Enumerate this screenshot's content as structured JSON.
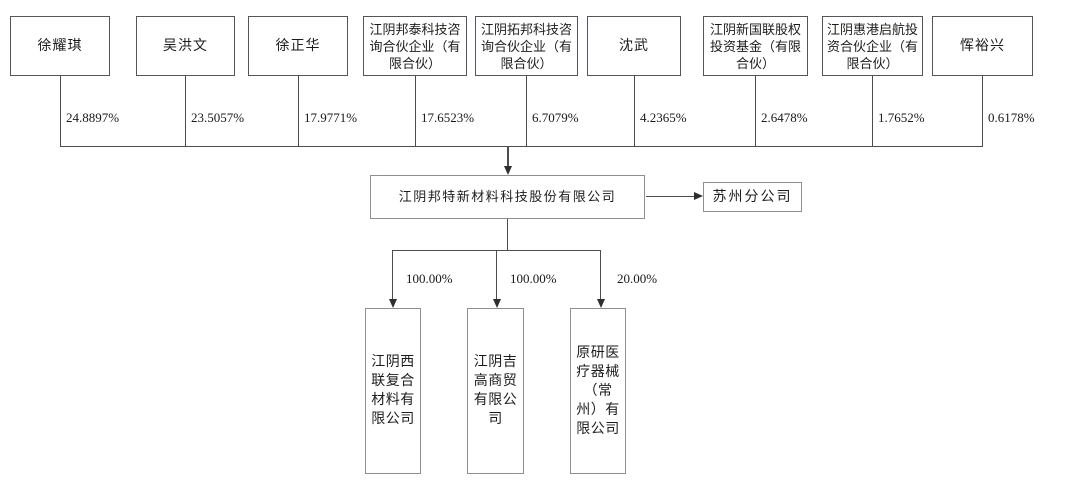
{
  "diagram": {
    "shareholders": [
      {
        "name": "徐耀琪",
        "percent": "24.8897%"
      },
      {
        "name": "吴洪文",
        "percent": "23.5057%"
      },
      {
        "name": "徐正华",
        "percent": "17.9771%"
      },
      {
        "name": "江阴邦泰科技咨询合伙企业（有限合伙）",
        "percent": "17.6523%"
      },
      {
        "name": "江阴拓邦科技咨询合伙企业（有限合伙）",
        "percent": "6.7079%"
      },
      {
        "name": "沈武",
        "percent": "4.2365%"
      },
      {
        "name": "江阴新国联股权投资基金（有限合伙）",
        "percent": "2.6478%"
      },
      {
        "name": "江阴惠港启航投资合伙企业（有限合伙）",
        "percent": "1.7652%"
      },
      {
        "name": "恽裕兴",
        "percent": "0.6178%"
      }
    ],
    "company": {
      "name": "江阴邦特新材料科技股份有限公司"
    },
    "branch": {
      "name": "苏州分公司"
    },
    "subsidiaries": [
      {
        "name": "江阴西联复合材料有限公司",
        "percent": "100.00%"
      },
      {
        "name": "江阴吉高商贸有限公司",
        "percent": "100.00%"
      },
      {
        "name": "原研医疗器械（常州）有限公司",
        "percent": "20.00%"
      }
    ],
    "colors": {
      "box_border_dark": "#54545c",
      "box_border_light": "#8e8e96",
      "line": "#4c4c4c",
      "text": "#1c1c1c",
      "background": "#ffffff"
    }
  }
}
